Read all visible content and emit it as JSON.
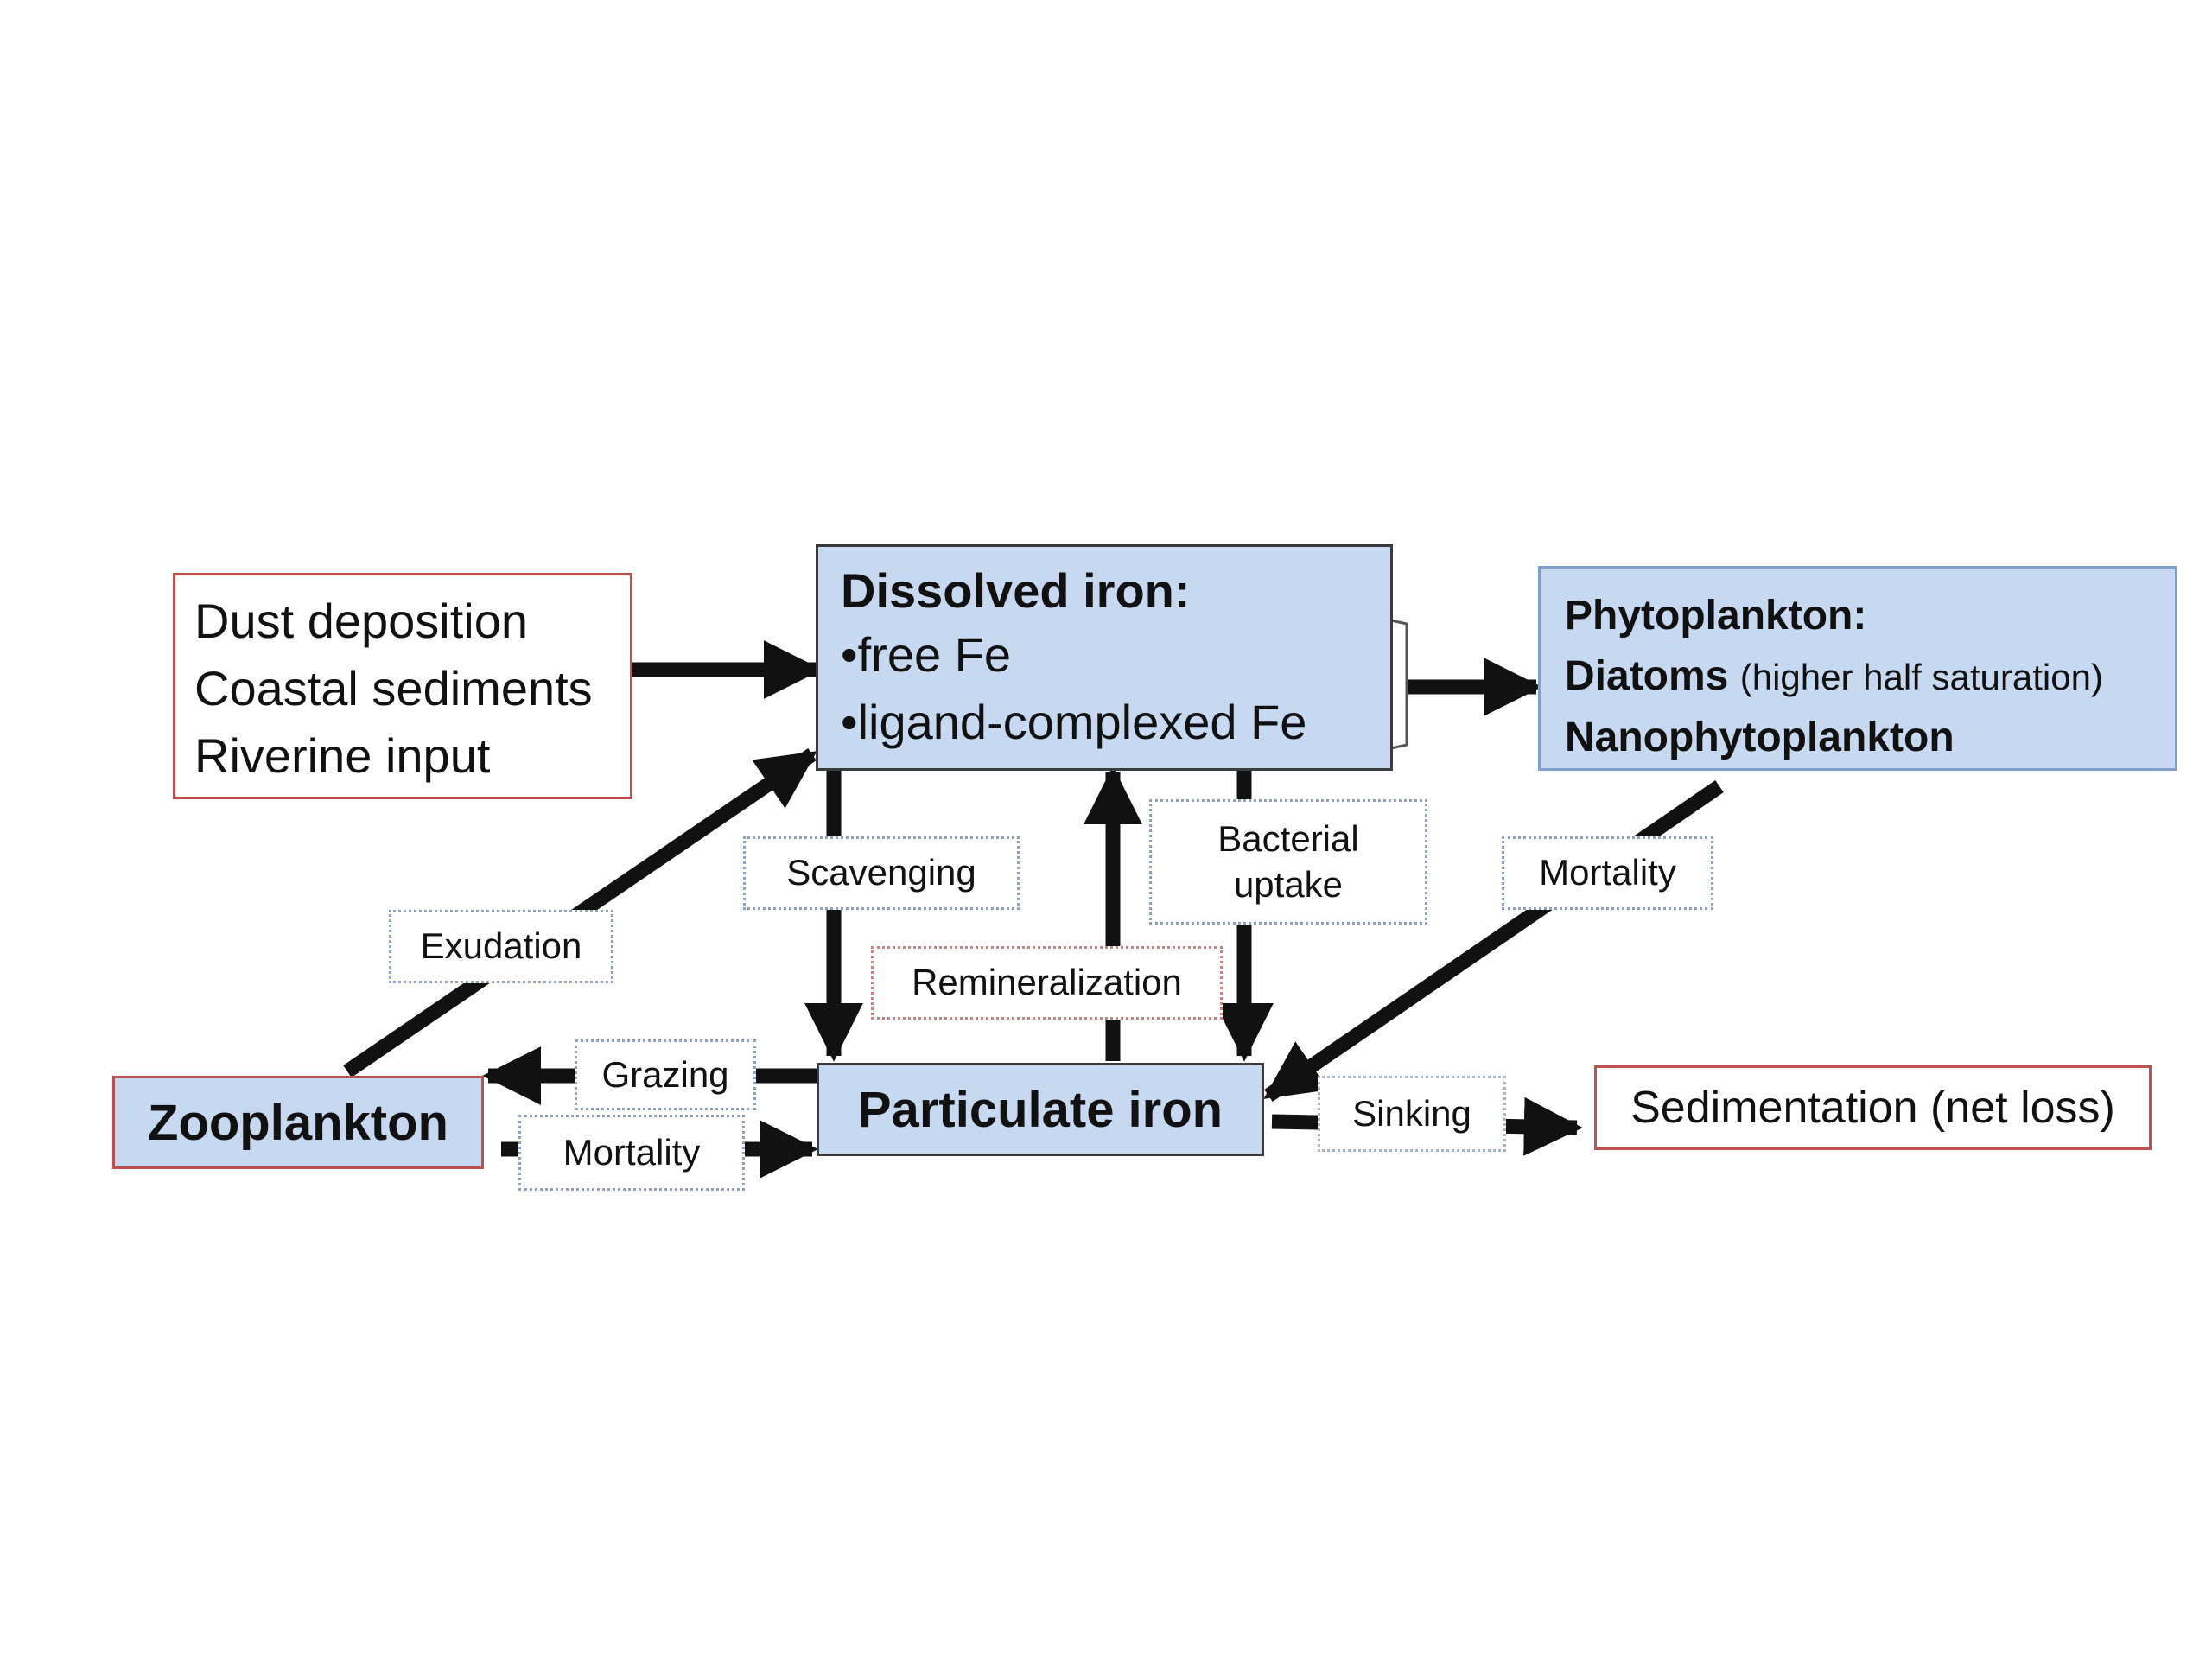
{
  "sources": {
    "lines": [
      "Dust deposition",
      "Coastal sediments",
      "Riverine input"
    ]
  },
  "dissolved": {
    "title": "Dissolved iron:",
    "items": [
      "free Fe",
      "ligand-complexed Fe"
    ]
  },
  "phyto": {
    "title": "Phytoplankton:",
    "diatoms": "Diatoms",
    "diatoms_note": "(higher half saturation)",
    "nano": "Nanophytoplankton"
  },
  "zooplankton": {
    "label": "Zooplankton"
  },
  "particulate": {
    "label": "Particulate iron"
  },
  "sedimentation": {
    "label": "Sedimentation (net loss)"
  },
  "processes": {
    "scavenging": "Scavenging",
    "bacterial_1": "Bacterial",
    "bacterial_2": "uptake",
    "mortality_phyto": "Mortality",
    "exudation": "Exudation",
    "remineralization": "Remineralization",
    "grazing": "Grazing",
    "mortality_zoo": "Mortality",
    "sinking": "Sinking"
  },
  "colors": {
    "node_fill": "#c6d9f1",
    "source_border": "#c0504d",
    "arrow": "#111111"
  }
}
